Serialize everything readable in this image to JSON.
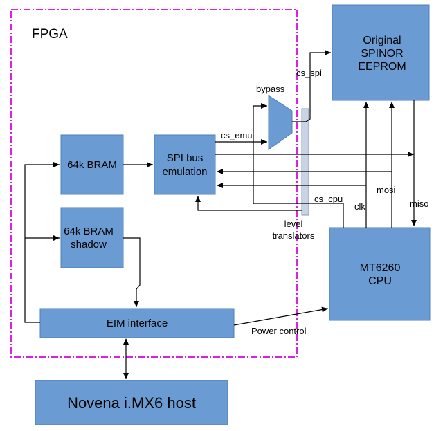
{
  "fpga": {
    "label": "FPGA"
  },
  "blocks": {
    "bram": "64k BRAM",
    "bram_shadow": [
      "64k BRAM",
      "shadow"
    ],
    "spi_emulation": [
      "SPI bus",
      "emulation"
    ],
    "eim_interface": "EIM interface",
    "host": "Novena i.MX6 host",
    "eeprom": [
      "Original",
      "SPINOR",
      "EEPROM"
    ],
    "cpu": [
      "MT6260",
      "CPU"
    ]
  },
  "labels": {
    "bypass": "bypass",
    "cs_spi": "cs_spi",
    "cs_emu": "cs_emu",
    "cs_cpu": "cs_cpu",
    "clk": "clk",
    "mosi": "mosi",
    "miso": "miso",
    "level_translators": [
      "level",
      "translators"
    ],
    "power_control": "Power control"
  },
  "colors": {
    "block_fill": "#6a9bd3",
    "fpga_border": "#e020e0",
    "translator_bar": "#c9d3e6"
  }
}
